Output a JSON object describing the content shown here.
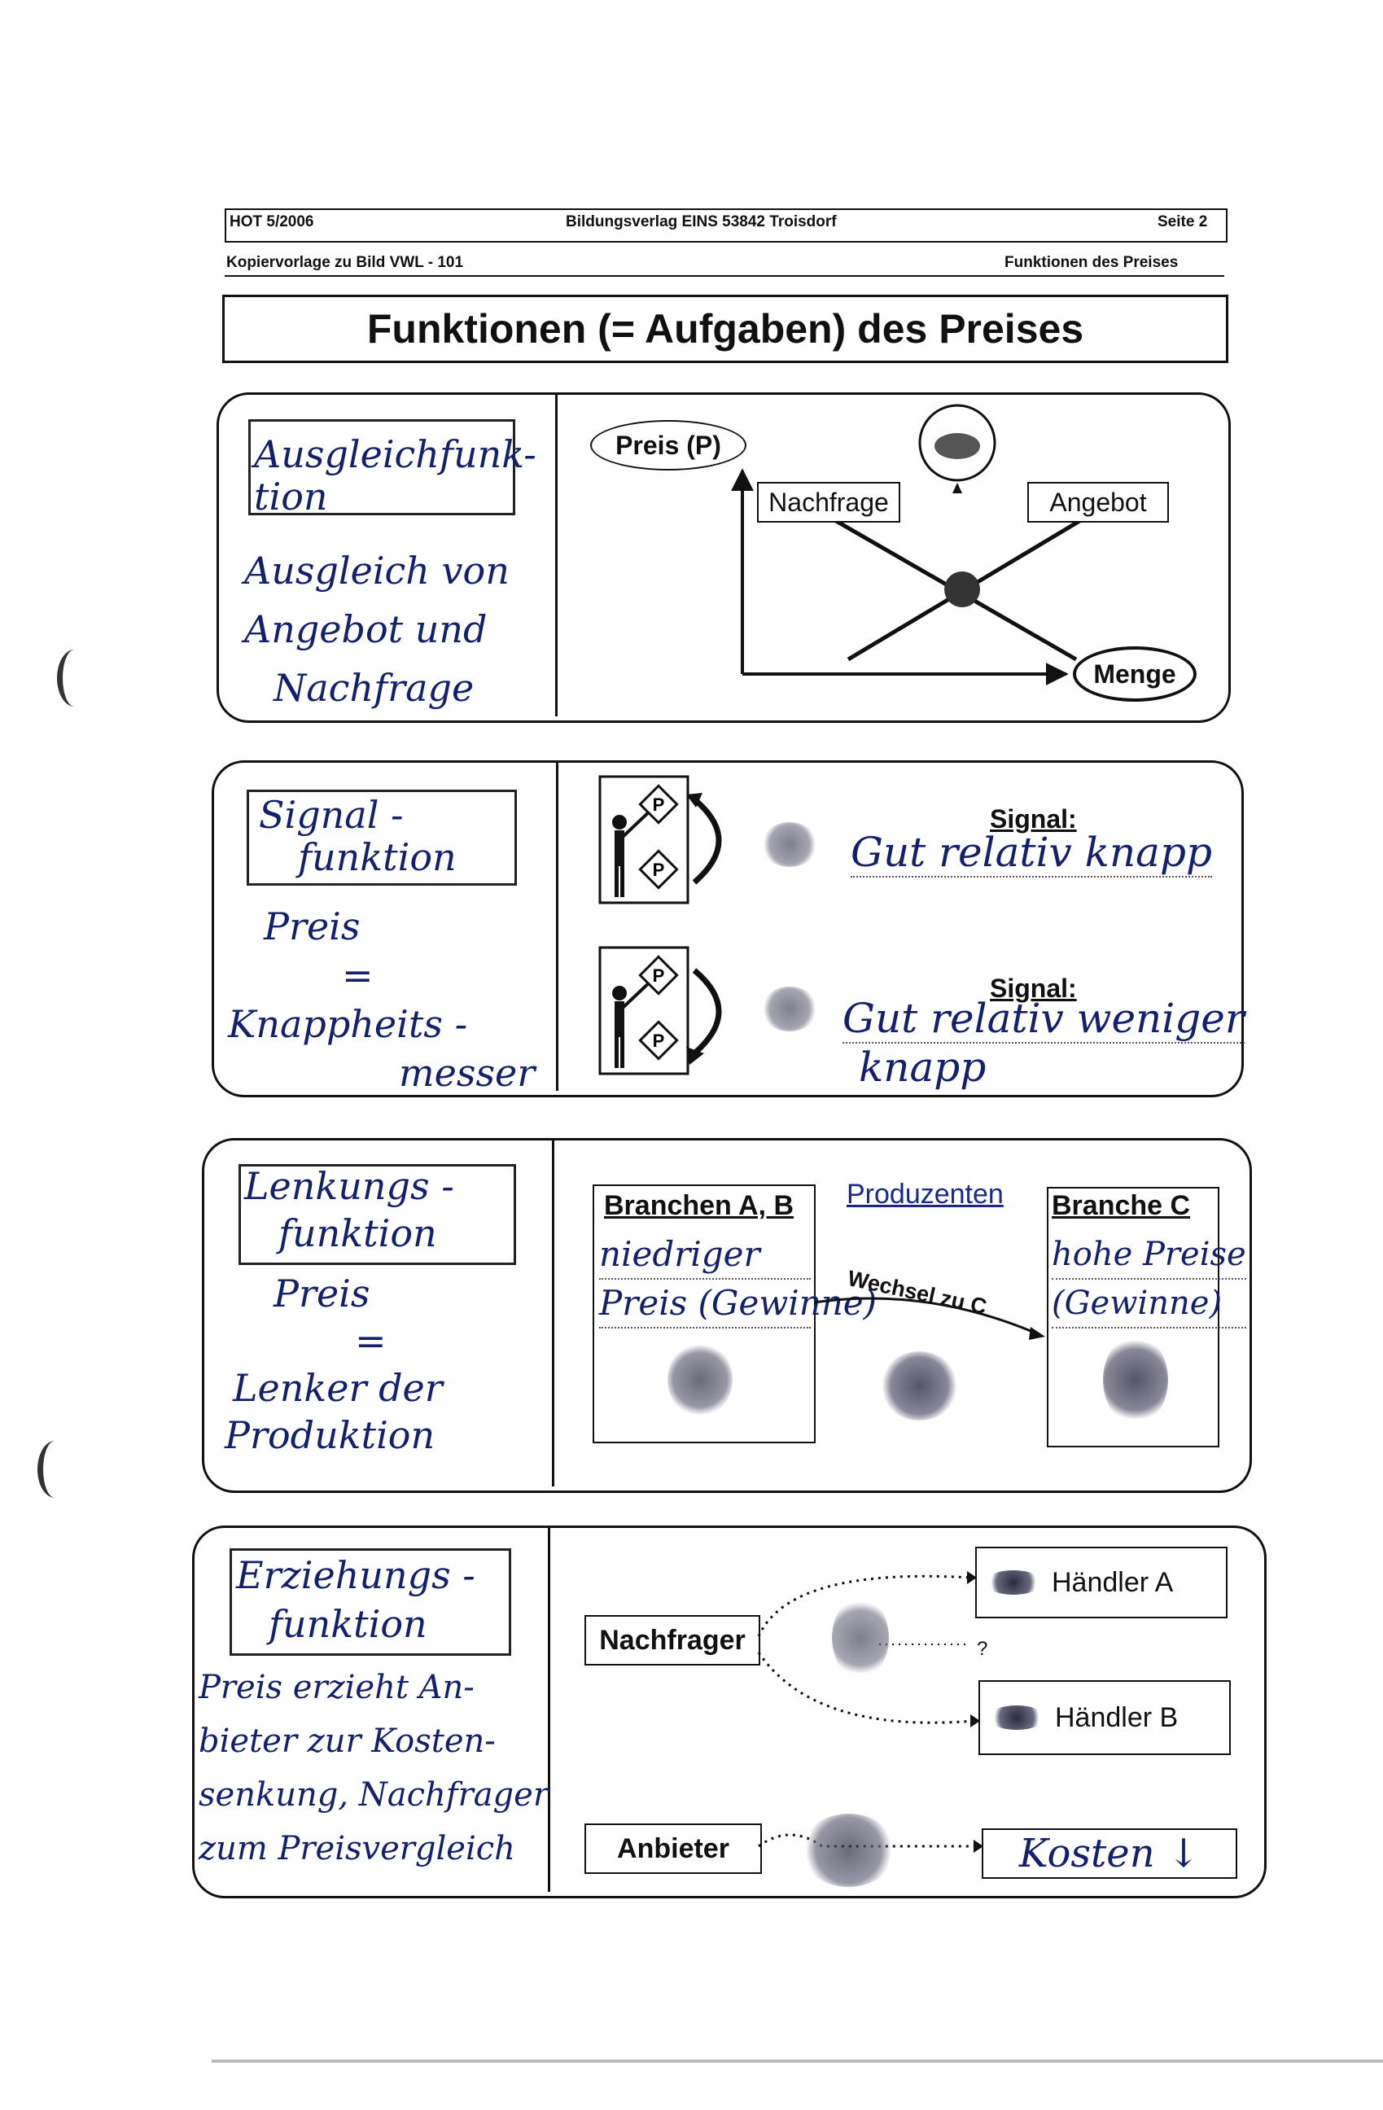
{
  "header": {
    "issue": "HOT 5/2006",
    "publisher": "Bildungsverlag EINS 53842 Troisdorf",
    "page": "Seite 2",
    "copy_template": "Kopiervorlage zu Bild VWL - 101",
    "topic": "Funktionen des Preises"
  },
  "title": "Funktionen (= Aufgaben) des Preises",
  "sections": [
    {
      "label": [
        "Ausgleichfunk-",
        "tion"
      ],
      "note": [
        "Ausgleich von",
        "Angebot und",
        "Nachfrage"
      ],
      "diagram": {
        "price_axis": "Preis (P)",
        "demand": "Nachfrage",
        "supply": "Angebot",
        "quantity_axis": "Menge"
      }
    },
    {
      "label": [
        "Signal -",
        "funktion"
      ],
      "note": [
        "Preis",
        "=",
        "Knappheits -",
        "messer"
      ],
      "signals": [
        {
          "heading": "Signal:",
          "text": [
            "Gut relativ knapp"
          ]
        },
        {
          "heading": "Signal:",
          "text": [
            "Gut relativ weniger",
            "knapp"
          ]
        }
      ]
    },
    {
      "label": [
        "Lenkungs -",
        "funktion"
      ],
      "note": [
        "Preis",
        "=",
        "Lenker der",
        "Produktion"
      ],
      "left_box": {
        "title": "Branchen A, B",
        "text": [
          "niedriger",
          "Preis (Gewinne)"
        ]
      },
      "producers": "Produzenten",
      "arrow": "Wechsel zu C",
      "right_box": {
        "title": "Branche C",
        "text": [
          "hohe Preise",
          "(Gewinne)"
        ]
      }
    },
    {
      "label": [
        "Erziehungs -",
        "funktion"
      ],
      "note": [
        "Preis erzieht An-",
        "bieter zur Kosten-",
        "senkung, Nachfrager",
        "zum Preisvergleich"
      ],
      "buyer": "Nachfrager",
      "dealer_a": "Händler A",
      "dealer_b": "Händler B",
      "question": "?",
      "seller": "Anbieter",
      "costs": "Kosten ↓"
    }
  ]
}
